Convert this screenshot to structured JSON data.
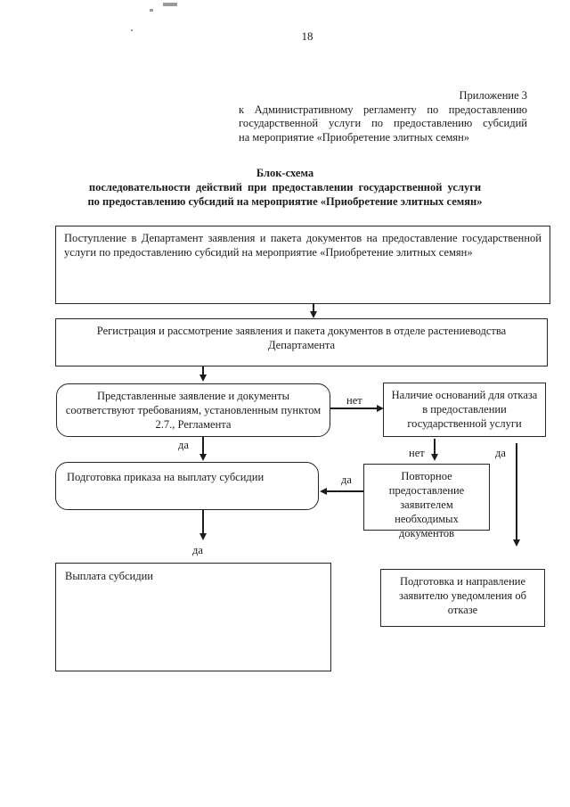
{
  "page_number": "18",
  "appendix": {
    "line1": "Приложение 3",
    "line2": "к Административному регламенту по предоставлению",
    "line3": "государственной услуги по предоставлению субсидий",
    "line4": "на мероприятие «Приобретение элитных семян»"
  },
  "title": {
    "line1": "Блок-схема",
    "line2": "последовательности действий при предоставлении государственной услуги",
    "line3": "по предоставлению субсидий на мероприятие «Приобретение элитных семян»"
  },
  "flowchart": {
    "boxes": {
      "intake": "Поступление в Департамент заявления и пакета документов на предоставление государственной услуги по предоставлению субсидий на мероприятие «Приобретение элитных семян»",
      "registration": "Регистрация и рассмотрение заявления и пакета документов в отделе растениеводства Департамента",
      "compliance_check": "Представленные заявление и документы соответствуют требованиям, установленным пунктом 2.7., Регламента",
      "refusal_grounds": "Наличие оснований для отказа в предоставлении государственной услуги",
      "order_preparation": "Подготовка приказа на выплату субсидии",
      "resubmission": "Повторное предоставление заявителем необходимых документов",
      "payment": "Выплата субсидии",
      "refusal_notice": "Подготовка и направление заявителю уведомления об отказе"
    },
    "labels": {
      "yes": "да",
      "no": "нет"
    }
  },
  "colors": {
    "ink": "#1c1c1c",
    "paper": "#ffffff"
  }
}
